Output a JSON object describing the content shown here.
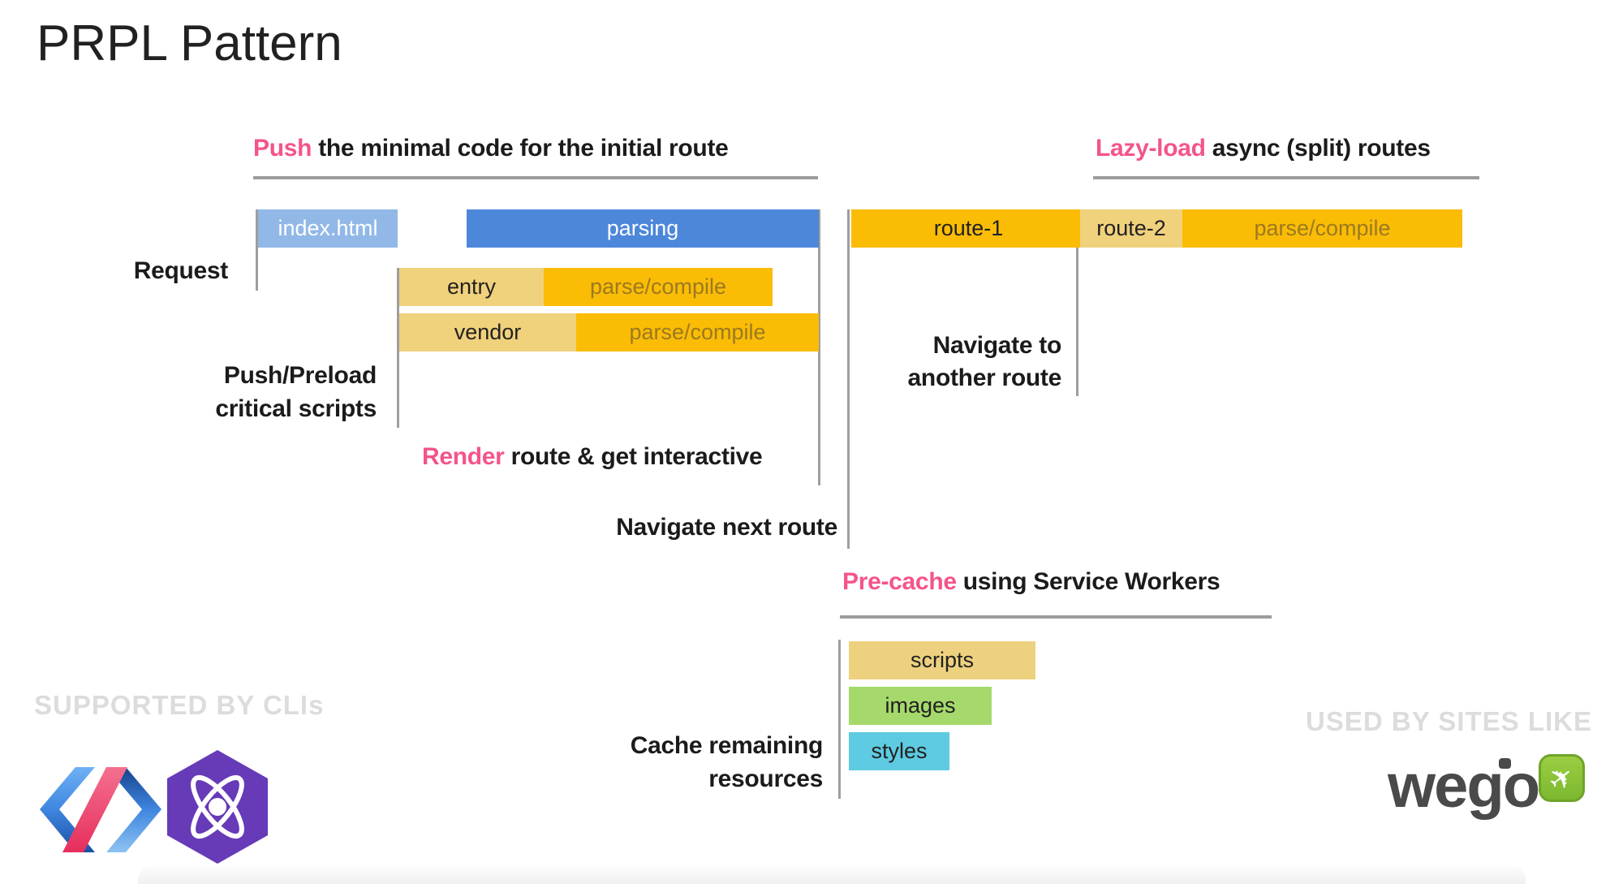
{
  "title": "PRPL Pattern",
  "headers": {
    "push": {
      "accent": "Push",
      "rest": " the minimal code for the initial route"
    },
    "lazy_load": {
      "accent": "Lazy-load",
      "rest": " async (split) routes"
    },
    "render": {
      "accent": "Render",
      "rest": " route & get interactive"
    },
    "pre_cache": {
      "accent": "Pre-cache",
      "rest": " using Service Workers"
    }
  },
  "labels": {
    "request": "Request",
    "push_preload_line1": "Push/Preload",
    "push_preload_line2": "critical scripts",
    "navigate_next": "Navigate next route",
    "navigate_another_line1": "Navigate to",
    "navigate_another_line2": "another route",
    "cache_line1": "Cache remaining",
    "cache_line2": "resources"
  },
  "timeline": {
    "row1": {
      "index_html": "index.html",
      "parsing": "parsing",
      "route1": "route-1",
      "route2": "route-2",
      "route2_parse": "parse/compile"
    },
    "row2": {
      "entry": "entry",
      "parse": "parse/compile"
    },
    "row3": {
      "vendor": "vendor",
      "parse": "parse/compile"
    },
    "precache": {
      "scripts": "scripts",
      "images": "images",
      "styles": "styles"
    }
  },
  "footer": {
    "supported_by": "SUPPORTED BY CLIs",
    "used_by": "USED BY SITES LIKE",
    "wego_wordmark": "wego",
    "wego_plane_glyph": "✈"
  },
  "colors": {
    "accent_pink": "#F4548C",
    "bar_blue_light": "#91B8E7",
    "bar_blue": "#4C87DA",
    "bar_orange": "#FBBC05",
    "bar_tan": "#F0D17C",
    "bar_green": "#A5D96B",
    "bar_cyan": "#5ECBE2",
    "parse_compile_text": "#9A7A20",
    "line_gray": "#9E9E9E",
    "muted_gray": "#DCDCDC",
    "text_dark": "#1B1B1B",
    "wego_gray": "#4A4A4A",
    "wego_green": "#8CC63F",
    "preact_purple": "#673AB8",
    "polymer_blue": "#3E86DF",
    "polymer_navy": "#16418C",
    "polymer_pink": "#EE3B63"
  }
}
